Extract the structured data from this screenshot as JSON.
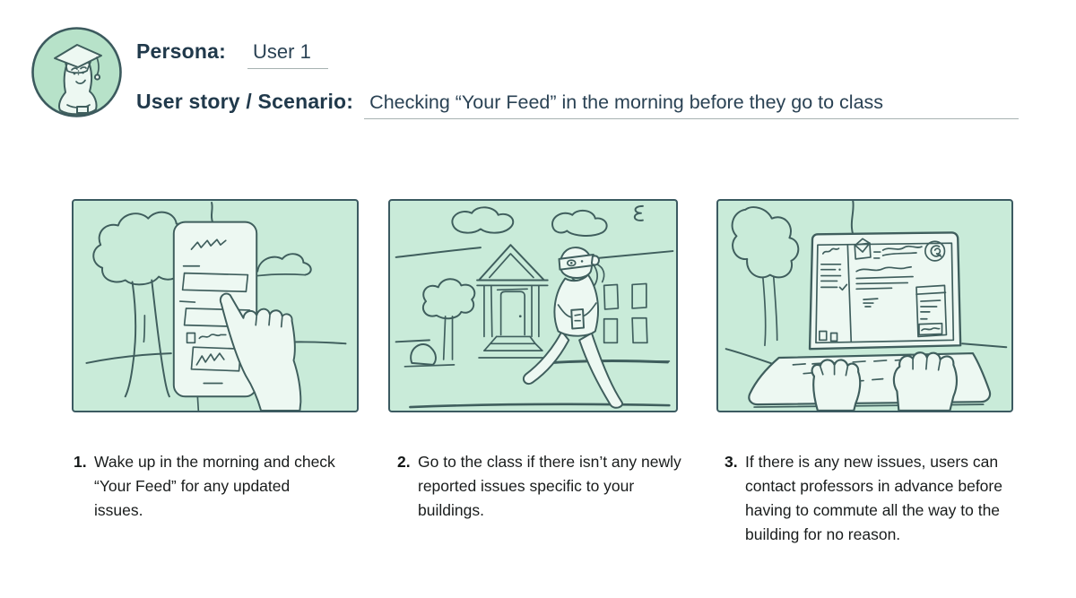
{
  "header": {
    "persona_label": "Persona:",
    "persona_value": "User 1",
    "scenario_label": "User story / Scenario:",
    "scenario_value": "Checking “Your Feed” in the morning before they go to class"
  },
  "avatar": {
    "description": "hand-drawn student character wearing a graduation cap inside a mint circle"
  },
  "panels": [
    {
      "number": "1.",
      "caption": "Wake up in the morning and check “Your Feed” for any updated issues.",
      "illustration": "hand tapping a phone feed in front of a tree"
    },
    {
      "number": "2.",
      "caption": "Go to the class if there isn’t any newly reported issues specific to your buildings.",
      "illustration": "masked student walking across campus holding a phone"
    },
    {
      "number": "3.",
      "caption": "If there is any new issues, users can contact professors in advance before having to commute all the way to the building for no reason.",
      "illustration": "hands typing an email on a laptop"
    }
  ],
  "colors": {
    "panel_background": "#c9ebd9",
    "panel_border": "#3b5a61",
    "drawing_ink": "#3f5e5d",
    "object_fill": "#edf8f2",
    "heading_text": "#20394b",
    "caption_text": "#191c1c",
    "underline": "#a7b2b1",
    "avatar_circle": "#b7e2c9"
  }
}
